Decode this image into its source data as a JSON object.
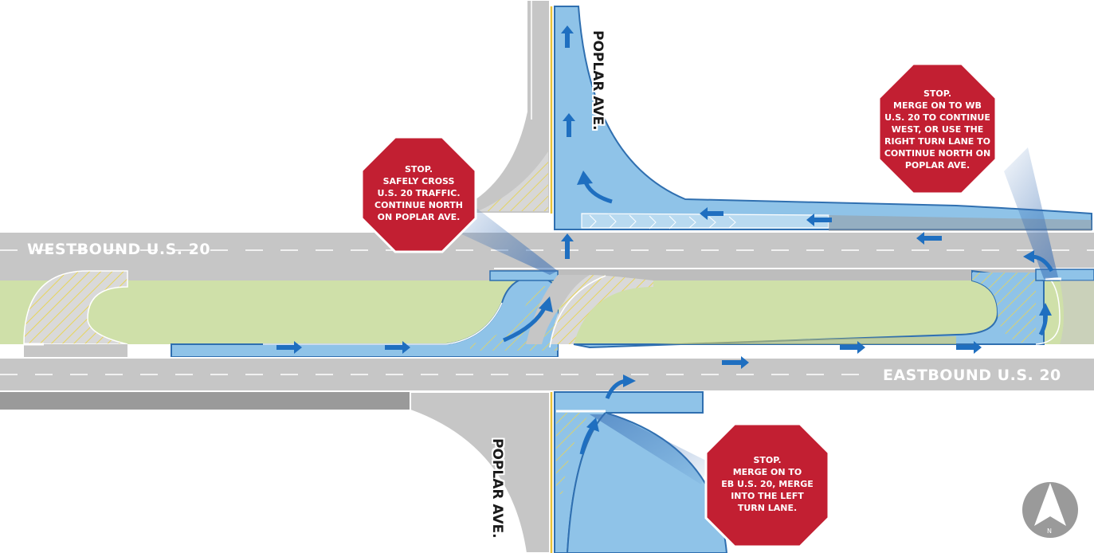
{
  "road_labels": {
    "westbound": "WESTBOUND U.S. 20",
    "eastbound": "EASTBOUND U.S. 20",
    "poplar_north": "POPLAR AVE.",
    "poplar_south": "POPLAR AVE."
  },
  "signs": {
    "left": [
      "STOP.",
      "SAFELY CROSS",
      "U.S. 20 TRAFFIC.",
      "CONTINUE NORTH",
      "ON POPLAR AVE."
    ],
    "right": [
      "STOP.",
      "MERGE ON TO WB",
      "U.S. 20 TO CONTINUE",
      "WEST, OR USE THE",
      "RIGHT TURN LANE TO",
      "CONTINUE NORTH ON",
      "POPLAR AVE."
    ],
    "bottom": [
      "STOP.",
      "MERGE ON TO",
      "EB U.S. 20, MERGE",
      "INTO THE LEFT",
      "TURN LANE."
    ]
  },
  "north_arrow": {
    "letter": "N",
    "icon": "north-arrow-icon"
  },
  "colors": {
    "road": "#c6c6c6",
    "road_dark": "#9a9a9a",
    "route": "#8fc3e8",
    "route_edge": "#2f6fb0",
    "arrow": "#1f6fc0",
    "median": "#cfe0a9",
    "stop_sign": "#c21f32",
    "hatch": "#e8d55a"
  }
}
